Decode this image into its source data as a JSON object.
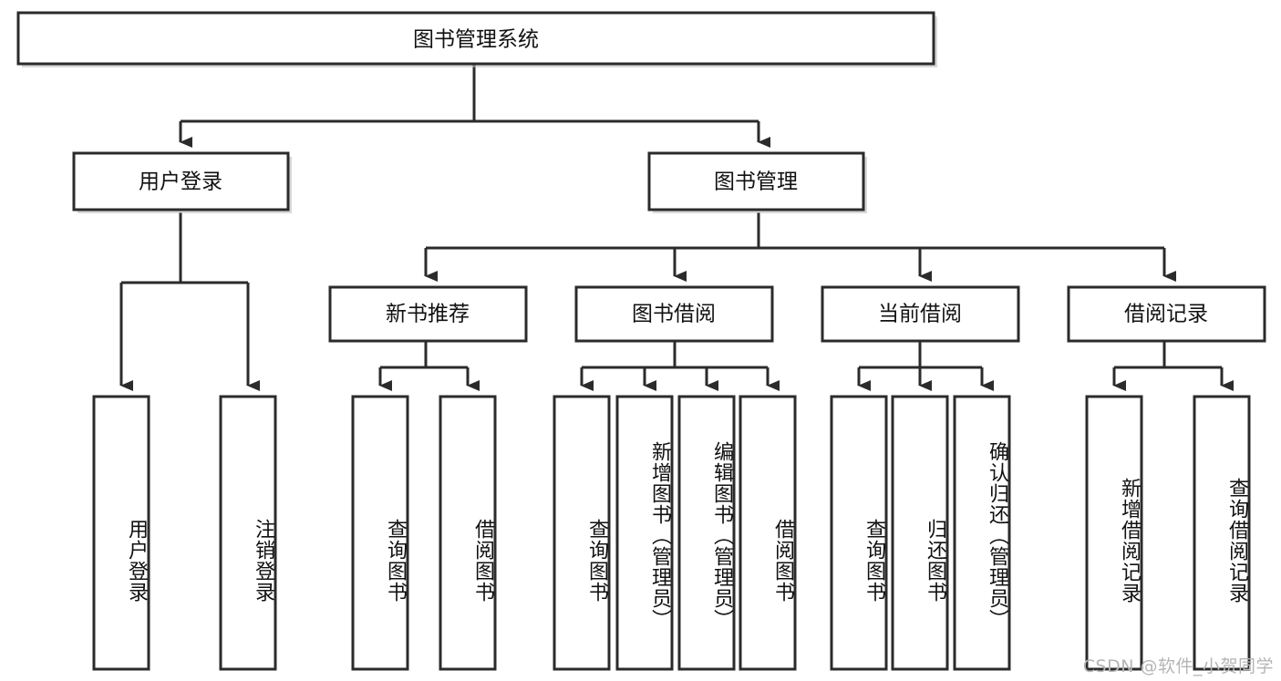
{
  "diagram": {
    "title": "图书管理系统",
    "watermark": "CSDN @软件_小贺同学",
    "colors": {
      "stroke": "#2b2b2b",
      "box_fill": "#ffffff",
      "text": "#111111",
      "watermark": "#b5b5b5",
      "background": "#ffffff"
    },
    "root": {
      "label": "图书管理系统"
    },
    "level2": [
      {
        "label": "用户登录"
      },
      {
        "label": "图书管理"
      }
    ],
    "level3": [
      {
        "label": "新书推荐"
      },
      {
        "label": "图书借阅"
      },
      {
        "label": "当前借阅"
      },
      {
        "label": "借阅记录"
      }
    ],
    "leaves": {
      "user_login": [
        {
          "label": "用户登录"
        },
        {
          "label": "注销登录"
        }
      ],
      "new_book_recommend": [
        {
          "label": "查询图书"
        },
        {
          "label": "借阅图书"
        }
      ],
      "book_borrow": [
        {
          "label": "查询图书"
        },
        {
          "label": "新增图书（管理员）"
        },
        {
          "label": "编辑图书（管理员）"
        },
        {
          "label": "借阅图书"
        }
      ],
      "current_borrow": [
        {
          "label": "查询图书"
        },
        {
          "label": "归还图书"
        },
        {
          "label": "确认归还（管理员）"
        }
      ],
      "borrow_record": [
        {
          "label": "新增借阅记录"
        },
        {
          "label": "查询借阅记录"
        }
      ]
    }
  }
}
